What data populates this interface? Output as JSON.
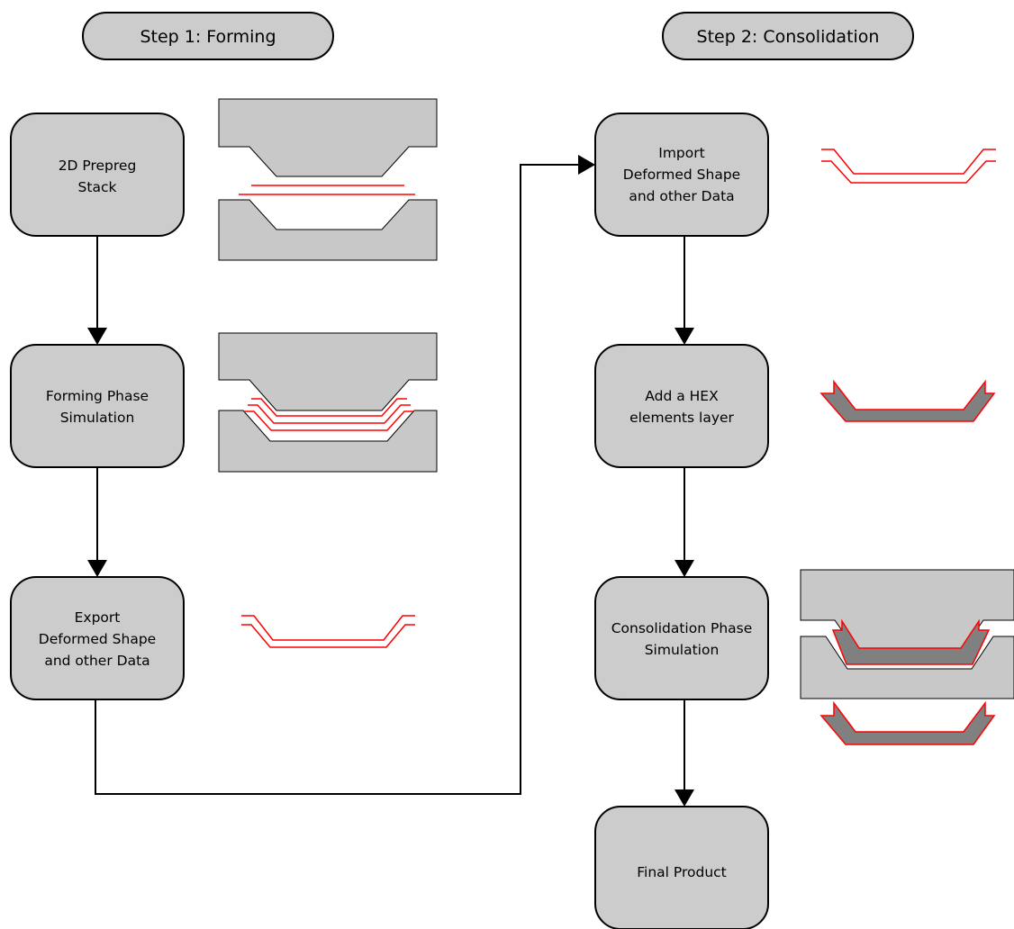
{
  "steps": [
    {
      "label": "Step 1: Forming"
    },
    {
      "label": "Step 2: Consolidation"
    }
  ],
  "boxes": {
    "prepreg": [
      "2D Prepreg",
      "Stack"
    ],
    "forming": [
      "Forming Phase",
      "Simulation"
    ],
    "export": [
      "Export",
      "Deformed Shape",
      "and other Data"
    ],
    "import": [
      "Import",
      "Deformed Shape",
      "and other Data"
    ],
    "hex": [
      "Add a HEX",
      "elements layer"
    ],
    "consolidation": [
      "Consolidation Phase",
      "Simulation"
    ],
    "final": [
      "Final Product"
    ]
  },
  "colors": {
    "box_fill": "#cccccc",
    "mold_fill": "#c8c8c8",
    "ply_line": "#ff0000",
    "hex_layer_fill": "#808080"
  }
}
